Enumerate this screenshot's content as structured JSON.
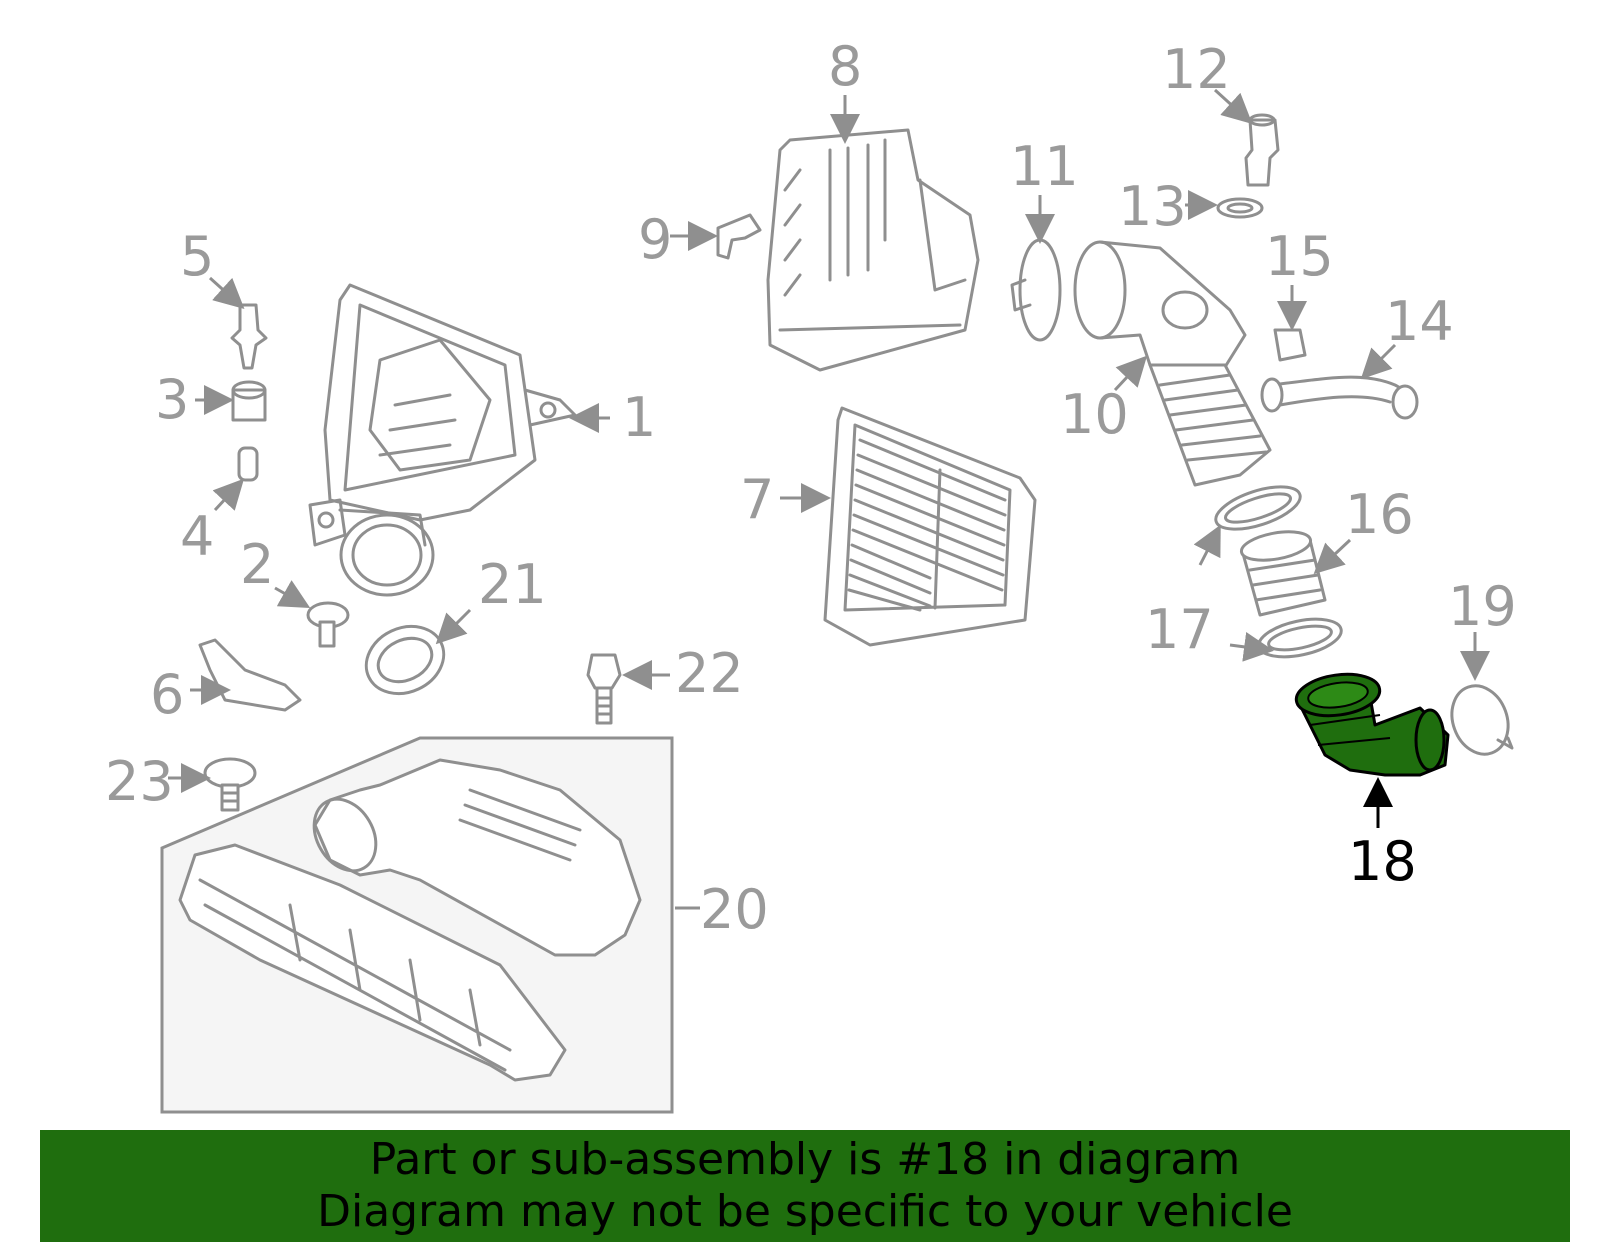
{
  "diagram": {
    "labels": {
      "p1": "1",
      "p2": "2",
      "p3": "3",
      "p4": "4",
      "p5": "5",
      "p6": "6",
      "p7": "7",
      "p8": "8",
      "p9": "9",
      "p10": "10",
      "p11": "11",
      "p12": "12",
      "p13": "13",
      "p14": "14",
      "p15": "15",
      "p16": "16",
      "p17": "17",
      "p18": "18",
      "p19": "19",
      "p20": "20",
      "p21": "21",
      "p22": "22",
      "p23": "23"
    },
    "highlighted_part": "18",
    "highlight_color": "#1f6e0e"
  },
  "banner": {
    "line1": "Part or sub-assembly is #18 in diagram",
    "line2": "Diagram may not be specific to your vehicle",
    "background": "#1f6e0e"
  }
}
